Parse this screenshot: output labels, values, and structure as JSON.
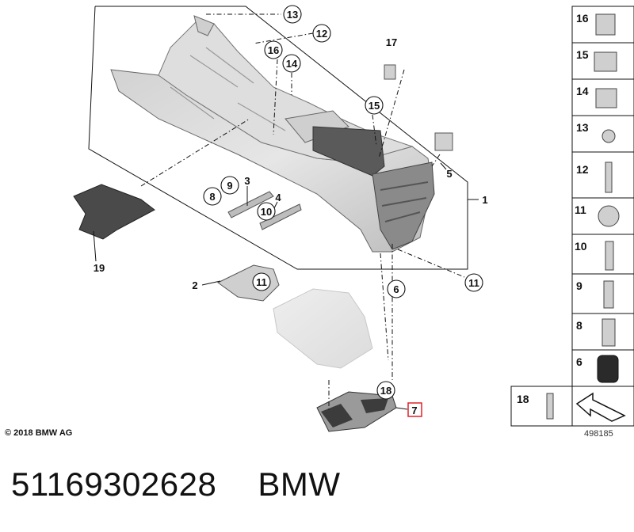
{
  "copyright": "© 2018 BMW AG",
  "diagram_ref": "498185",
  "footer": {
    "part_number": "51169302628",
    "brand": "BMW"
  },
  "callouts": {
    "c1": "1",
    "c2": "2",
    "c3": "3",
    "c4": "4",
    "c5": "5",
    "c6": "6",
    "c7": "7",
    "c8": "8",
    "c9": "9",
    "c10": "10",
    "c11a": "11",
    "c11b": "11",
    "c12": "12",
    "c13": "13",
    "c14": "14",
    "c15": "15",
    "c16": "16",
    "c17": "17",
    "c18": "18",
    "c19": "19"
  },
  "highlighted_callout": "7",
  "parts_legend": [
    "16",
    "15",
    "14",
    "13",
    "12",
    "11",
    "10",
    "9",
    "8",
    "6",
    "18"
  ],
  "colors": {
    "line": "#111111",
    "part_fill": "#d9d9d9",
    "part_dark": "#4a4a4a",
    "highlight": "#e0202a"
  }
}
